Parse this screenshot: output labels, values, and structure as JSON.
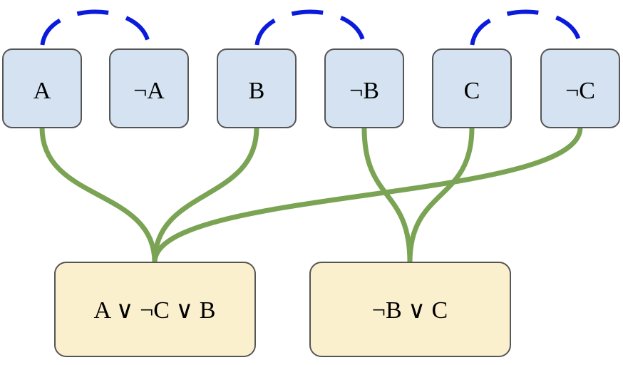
{
  "colors": {
    "literal_fill": "#d4e2f1",
    "literal_stroke": "#555555",
    "clause_fill": "#fbf0ce",
    "clause_stroke": "#555555",
    "edge_green": "#7aa454",
    "pair_blue": "#0a1bdc"
  },
  "literals": [
    {
      "id": "A",
      "label": "A"
    },
    {
      "id": "nA",
      "label": "¬A"
    },
    {
      "id": "B",
      "label": "B"
    },
    {
      "id": "nB",
      "label": "¬B"
    },
    {
      "id": "C",
      "label": "C"
    },
    {
      "id": "nC",
      "label": "¬C"
    }
  ],
  "clauses": [
    {
      "id": "c1",
      "label": "A ∨ ¬C ∨ B"
    },
    {
      "id": "c2",
      "label": "¬B ∨ C"
    }
  ],
  "pairs": [
    [
      "A",
      "nA"
    ],
    [
      "B",
      "nB"
    ],
    [
      "C",
      "nC"
    ]
  ],
  "edges": [
    [
      "A",
      "c1"
    ],
    [
      "B",
      "c1"
    ],
    [
      "nC",
      "c1"
    ],
    [
      "nB",
      "c2"
    ],
    [
      "C",
      "c2"
    ]
  ]
}
